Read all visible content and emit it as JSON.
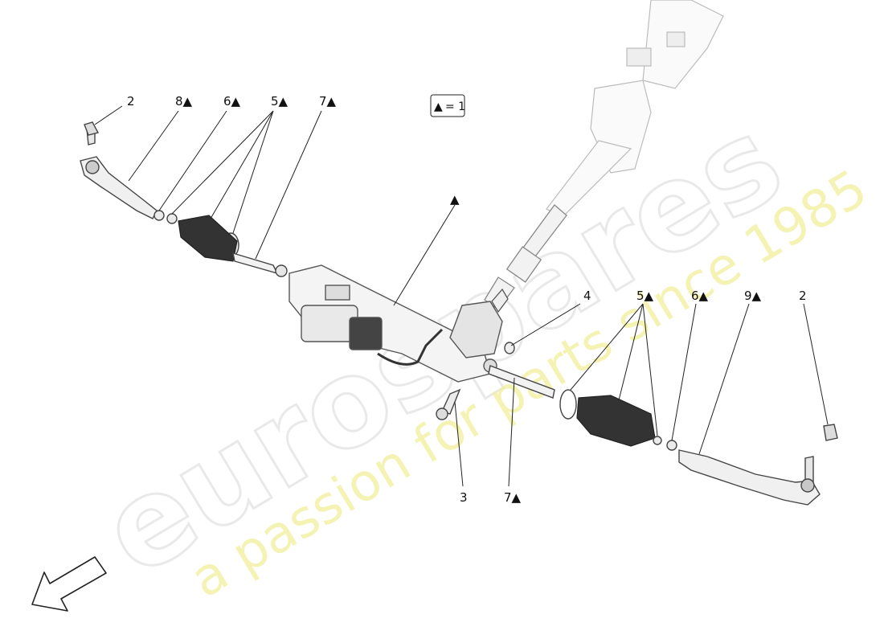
{
  "legend": {
    "symbol": "▲",
    "text": "= 1"
  },
  "callouts": [
    {
      "id": "c-2-left",
      "text": "2"
    },
    {
      "id": "c-8",
      "text": "8▲"
    },
    {
      "id": "c-6-left",
      "text": "6▲"
    },
    {
      "id": "c-5-left",
      "text": "5▲"
    },
    {
      "id": "c-7-top",
      "text": "7▲"
    },
    {
      "id": "c-tri-center",
      "text": "▲"
    },
    {
      "id": "c-4",
      "text": "4"
    },
    {
      "id": "c-5-right",
      "text": "5▲"
    },
    {
      "id": "c-6-right",
      "text": "6▲"
    },
    {
      "id": "c-9",
      "text": "9▲"
    },
    {
      "id": "c-2-right",
      "text": "2"
    },
    {
      "id": "c-3",
      "text": "3"
    },
    {
      "id": "c-7-bottom",
      "text": "7▲"
    }
  ],
  "watermark": {
    "brand": "eurospares",
    "tagline": "a passion for parts since 1985"
  },
  "colors": {
    "line": "#222222",
    "watermark_brand": "#d8d8d8",
    "watermark_tagline": "#f1ef9c"
  },
  "icons": {
    "direction_arrow": "front-direction-arrow-icon"
  }
}
